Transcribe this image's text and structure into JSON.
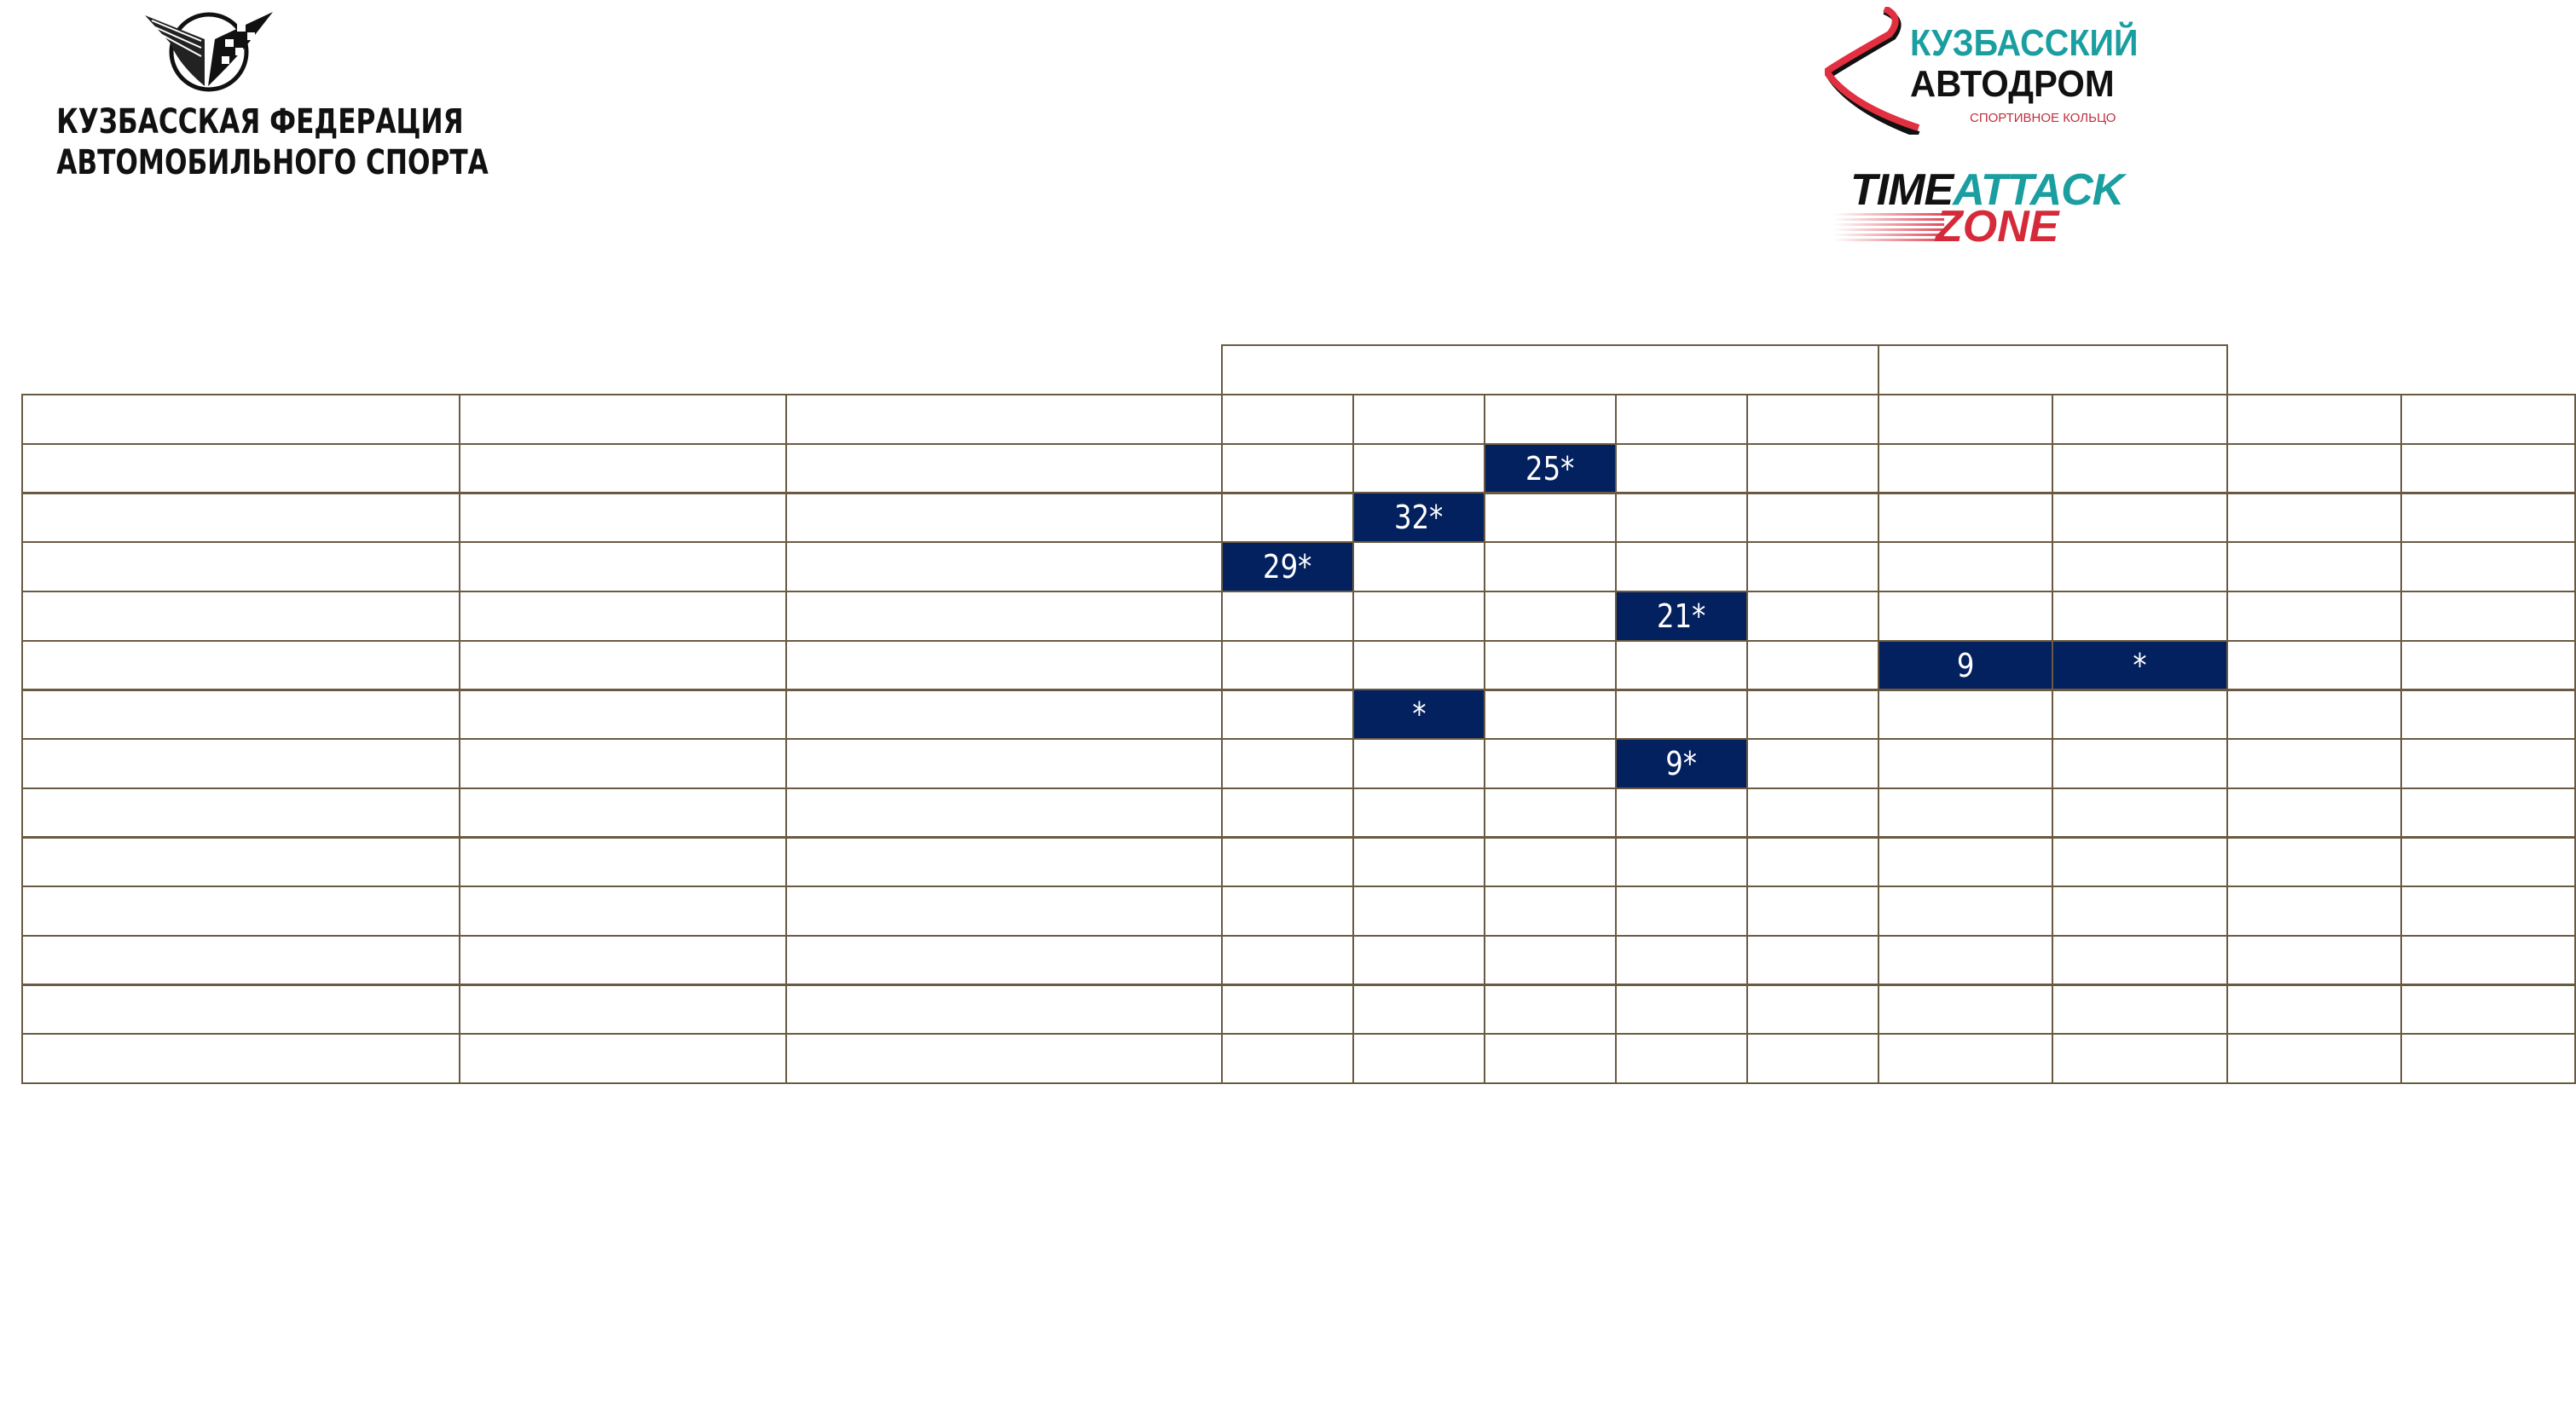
{
  "logos": {
    "federation": {
      "line1": "КУЗБАССКАЯ ФЕДЕРАЦИЯ",
      "line2": "АВТОМОБИЛЬНОГО СПОРТА"
    },
    "autodrome": {
      "line1": "КУЗБАССКИЙ",
      "line2": "АВТОДРОМ",
      "line3": "СПОРТИВНОЕ КОЛЬЦО"
    },
    "timeattack": {
      "word1": "TIME",
      "word2": "ATTACK",
      "word3": "ZONE"
    }
  },
  "colors": {
    "grid": "#6b5a42",
    "fill": "#03215f"
  },
  "table": {
    "rows": [
      [
        {},
        {},
        {},
        {},
        {},
        {
          "v": "25*",
          "f": true
        },
        {},
        {},
        {},
        {},
        {},
        {}
      ],
      [
        {},
        {},
        {},
        {},
        {
          "v": "32*",
          "f": true
        },
        {},
        {},
        {},
        {},
        {},
        {},
        {}
      ],
      [
        {},
        {},
        {},
        {
          "v": "29*",
          "f": true
        },
        {},
        {},
        {},
        {},
        {},
        {},
        {},
        {}
      ],
      [
        {},
        {},
        {},
        {},
        {},
        {},
        {
          "v": "21*",
          "f": true
        },
        {},
        {},
        {},
        {},
        {}
      ],
      [
        {},
        {},
        {},
        {},
        {},
        {},
        {},
        {},
        {
          "v": "9",
          "f": true
        },
        {
          "v": "*",
          "f": true
        },
        {},
        {}
      ],
      [
        {},
        {},
        {},
        {},
        {
          "v": "*",
          "f": true
        },
        {},
        {},
        {},
        {},
        {},
        {},
        {}
      ],
      [
        {},
        {},
        {},
        {},
        {},
        {},
        {
          "v": "9*",
          "f": true
        },
        {},
        {},
        {},
        {},
        {}
      ],
      [
        {},
        {},
        {},
        {},
        {},
        {},
        {},
        {},
        {},
        {},
        {},
        {}
      ],
      [
        {},
        {},
        {},
        {},
        {},
        {},
        {},
        {},
        {},
        {},
        {},
        {}
      ],
      [
        {},
        {},
        {},
        {},
        {},
        {},
        {},
        {},
        {},
        {},
        {},
        {}
      ],
      [
        {},
        {},
        {},
        {},
        {},
        {},
        {},
        {},
        {},
        {},
        {},
        {}
      ],
      [
        {},
        {},
        {},
        {},
        {},
        {},
        {},
        {},
        {},
        {},
        {},
        {}
      ],
      [
        {},
        {},
        {},
        {},
        {},
        {},
        {},
        {},
        {},
        {},
        {},
        {}
      ]
    ]
  }
}
